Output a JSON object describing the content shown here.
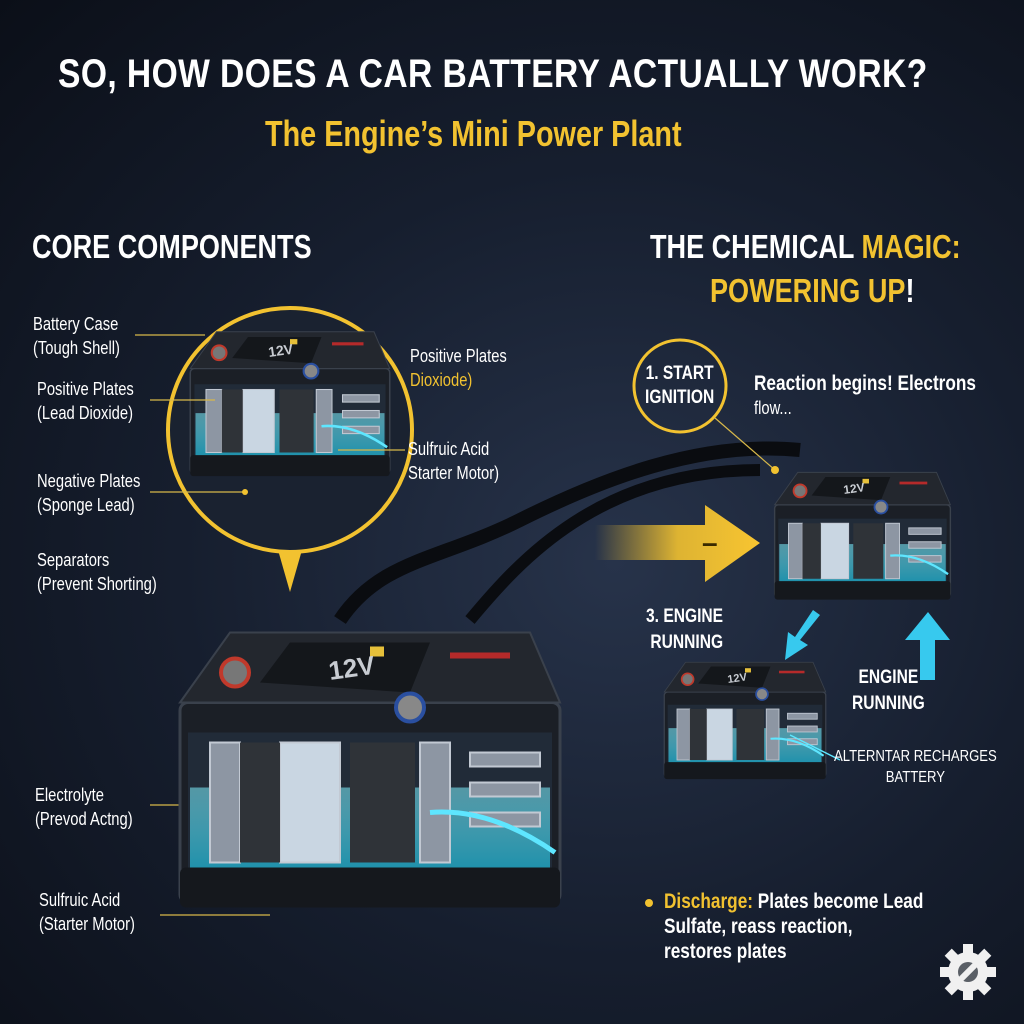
{
  "header": {
    "title": "SO, HOW DOES A CAR BATTERY ACTUALLY WORK?",
    "subtitle": "The Engine’s Mini Power Plant"
  },
  "core_components": {
    "heading": "CORE COMPONENTS",
    "labels": [
      {
        "line1": "Battery Case",
        "line2": "(Tough Shell)"
      },
      {
        "line1": "Positive Plates",
        "line2": "(Lead Dioxide)"
      },
      {
        "line1": "Negative Plates",
        "line2": "(Sponge Lead)"
      },
      {
        "line1": "Separators",
        "line2": "(Prevent Shorting)"
      },
      {
        "line1": "Electrolyte",
        "line2": "(Prevod Actng)"
      },
      {
        "line1": "Sulfruic Acid",
        "line2": "(Starter Motor)"
      }
    ],
    "callouts_right": [
      {
        "line1": "Positive Plates",
        "line2": "Dioxiode)"
      },
      {
        "line1": "Sulfruic Acid",
        "line2": "Starter Motor)"
      }
    ],
    "battery_voltage": "12V"
  },
  "chemical_magic": {
    "heading_part1": "THE CHEMICAL ",
    "heading_part2": "MAGIC:",
    "heading_line2": "POWERING UP",
    "heading_bang": "!",
    "step1": {
      "line1": "1. START",
      "line2": "IGNITION"
    },
    "step1_desc": {
      "line1": "Reaction begins! Electrons",
      "line2": "flow..."
    },
    "step3": {
      "line1": "3. ENGINE",
      "line2": "RUNNING"
    },
    "engine_running": {
      "line1": "ENGINE",
      "line2": "RUNNING"
    },
    "recharge": {
      "line1": "ALTERNTAR RECHARGES",
      "line2": "BATTERY"
    },
    "arrow_sign": "–",
    "discharge": {
      "term": "Discharge:",
      "line1": " Plates become Lead",
      "line2": "Sulfate, reass reaction,",
      "line3": "restores plates"
    }
  },
  "colors": {
    "accent": "#f2c230",
    "electrolyte": "#3fd7ee",
    "background": "#161e2e"
  },
  "icons": [
    "gear-wrench-icon"
  ]
}
